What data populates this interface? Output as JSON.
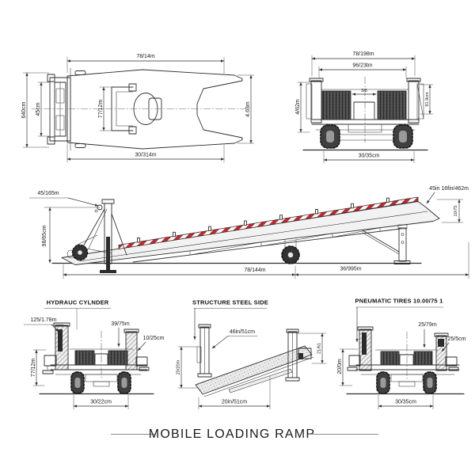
{
  "title": "MOBILE LOADING RAMP",
  "colors": {
    "line": "#2e2e2e",
    "hazard_red": "#c3272b",
    "tread_dark": "#505050",
    "background": "#ffffff"
  },
  "views": {
    "plan": {
      "dims": {
        "top": "78/14m",
        "bottom": "30/314m",
        "left_outer": "640cm",
        "left_inner": "45cm",
        "center": "77/12m",
        "right": "4.63m"
      }
    },
    "rear": {
      "dims": {
        "top": "78/198m",
        "inner_top": "96/23tm",
        "center": "3/6",
        "left": "4/62m",
        "right": "91.9cm",
        "bottom": "30/35cm"
      }
    },
    "side": {
      "dims": {
        "mast_leader": "45/165m",
        "left": "98/65cm",
        "lip_leader": "45in 16fin/462m",
        "lip_right": "10/75",
        "bottom_left": "78/144m",
        "bottom_right": "36/995m"
      }
    },
    "hydraulic": {
      "title": "HYDRAUC CYLNDER",
      "dims": {
        "leader_left": "125/1.78m",
        "leader_center": "39/75m",
        "leader_right": "10/25cm",
        "left": "77/12m",
        "bottom": "30/22cm"
      }
    },
    "structure": {
      "title": "STRUCTURE STEEL SIDE",
      "dims": {
        "leader": "46in/51cm",
        "left": "20/20m",
        "right": "21/61",
        "bottom": "20in/51cm"
      }
    },
    "tires": {
      "title": "PNEUMATIC TIRES 10.00/75 1",
      "dims": {
        "leader_center": "25/79m",
        "leader_right": "25/5cm",
        "left": "20/0m",
        "bottom": "30/35cm"
      }
    }
  }
}
